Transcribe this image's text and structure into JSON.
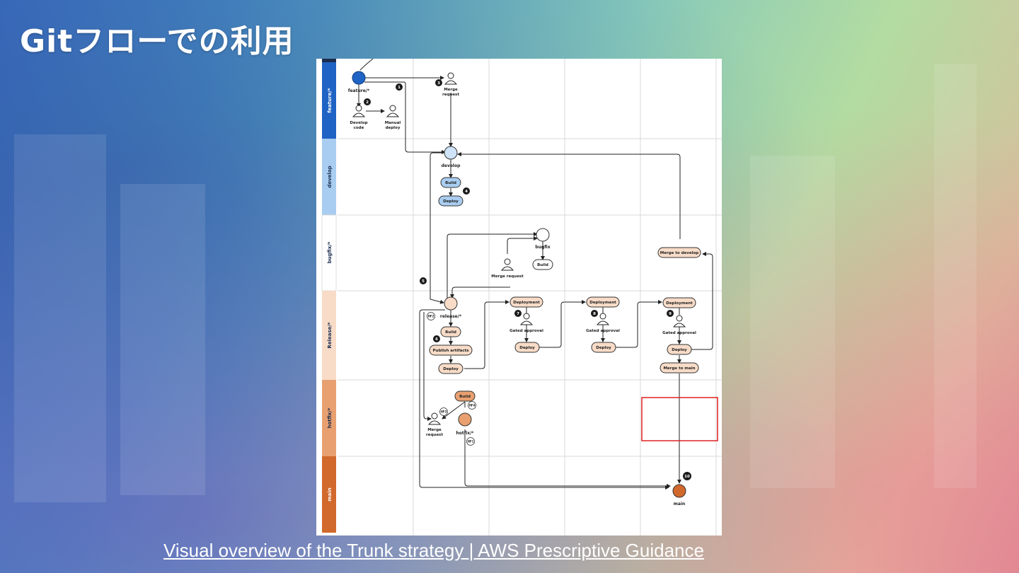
{
  "slide": {
    "title": "Gitフローでの利用",
    "source_link": "Visual overview of the Trunk strategy | AWS Prescriptive Guidance"
  },
  "diagram": {
    "lanes": [
      {
        "label": "feature/*",
        "color": "#1f64c4"
      },
      {
        "label": "develop",
        "color": "#a9cdf0"
      },
      {
        "label": "bugfix/*",
        "color": "#ffffff"
      },
      {
        "label": "Release/*",
        "color": "#f8dcc8"
      },
      {
        "label": "hotfix/*",
        "color": "#e8a070"
      },
      {
        "label": "main",
        "color": "#d2692c"
      }
    ],
    "branch_labels": {
      "feature": "feature/*",
      "develop": "develop",
      "bugfix": "bugfix",
      "release": "release/*",
      "hotfix": "hotfix/*",
      "main": "main"
    },
    "person_labels": {
      "merge_request_1": "Merge\nrequest",
      "develop_code": "Develop\ncode",
      "manual_deploy": "Manual\ndeploy",
      "merge_request_bugfix": "Merge request",
      "gated_approval_1": "Gated approval",
      "gated_approval_2": "Gated approval",
      "gated_approval_3": "Gated approval",
      "merge_request_hotfix": "Merge\nrequest"
    },
    "action_labels": {
      "develop_build": "Build",
      "develop_deploy": "Deploy",
      "bugfix_build": "Build",
      "merge_to_develop": "Merge to develop",
      "release_build": "Build",
      "publish_artifacts": "Publish artifacts",
      "release_deploy": "Deploy",
      "deployment_1": "Deployment",
      "deploy_1": "Deploy",
      "deployment_2": "Deployment",
      "deploy_2": "Deploy",
      "deployment_3": "Deployment",
      "deploy_3": "Deploy",
      "merge_to_main": "Merge to main",
      "hotfix_build": "Build"
    },
    "step_numbers": {
      "s1": "1",
      "s2": "2",
      "s3": "3",
      "s4": "4",
      "s5": "5",
      "s6": "6",
      "s7": "7",
      "s8": "8",
      "s9": "9",
      "s10": "10"
    },
    "tag_labels": {
      "hf1": "HF1",
      "hf2": "HF2",
      "hf3": "HF3",
      "hf4": "HF4"
    },
    "colors": {
      "feature": "#1f64c4",
      "develop": "#a9cdf0",
      "release": "#f8dcc8",
      "hotfix": "#e8a070",
      "main": "#d2692c",
      "highlight": "#e02020"
    }
  }
}
